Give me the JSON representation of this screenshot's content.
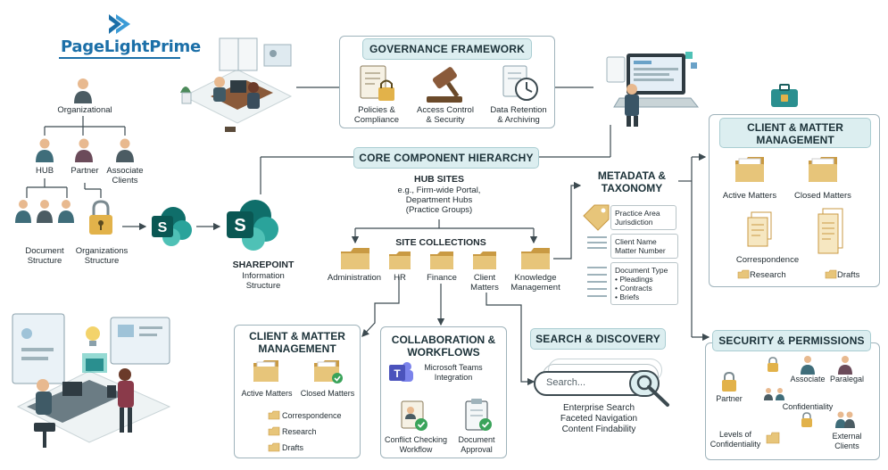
{
  "brand": {
    "logo_text": "PageLightPrime",
    "accent": "#1b6fa8"
  },
  "left": {
    "organizational": "Organizational",
    "hub": "HUB",
    "partner": "Partner",
    "associate_clients": "Associate\nClients",
    "document_structure": "Document\nStructure",
    "organizations_structure": "Organizations\nStructure"
  },
  "sharepoint": {
    "label": "SHAREPOINT",
    "sub": "Information\nStructure"
  },
  "governance": {
    "title": "GOVERNANCE FRAMEWORK",
    "items": [
      "Policies &\nCompliance",
      "Access Control\n& Security",
      "Data Retention\n& Archiving"
    ]
  },
  "core": {
    "title": "CORE COMPONENT HIERARCHY",
    "hub_sites": "HUB SITES",
    "hub_sites_sub": "e.g., Firm-wide Portal,\nDepartment Hubs\n(Practice Groups)",
    "site_collections": "SITE COLLECTIONS",
    "collections": [
      "Administration",
      "HR",
      "Finance",
      "Client\nMatters",
      "Knowledge\nManagement"
    ]
  },
  "metadata": {
    "title": "METADATA &\nTAXONOMY",
    "tags": [
      "Practice Area\nJurisdiction",
      "Client Name\nMatter Number",
      "Document Type\n• Pleadings\n• Contracts\n• Briefs"
    ]
  },
  "cmm_right": {
    "title": "CLIENT & MATTER\nMANAGEMENT",
    "active": "Active Matters",
    "closed": "Closed Matters",
    "correspondence": "Correspondence",
    "research": "Research",
    "drafts": "Drafts"
  },
  "cmm_left": {
    "title": "CLIENT & MATTER\nMANAGEMENT",
    "active": "Active Matters",
    "closed": "Closed Matters",
    "correspondence": "Correspondence",
    "research": "Research",
    "drafts": "Drafts"
  },
  "collab": {
    "title": "COLLABORATION &\nWORKFLOWS",
    "teams": "Microsoft Teams\nIntegration",
    "conflict": "Conflict Checking\nWorkflow",
    "approval": "Document\nApproval"
  },
  "search": {
    "title": "SEARCH & DISCOVERY",
    "placeholder": "Search...",
    "features": "Enterprise Search\nFaceted Navigation\nContent Findability"
  },
  "security": {
    "title": "SECURITY & PERMISSIONS",
    "partner": "Partner",
    "associate": "Associate",
    "paralegal": "Paralegal",
    "confidentiality": "Confidentiality",
    "levels": "Levels of\nConfidentiality",
    "external": "External\nClients"
  },
  "colors": {
    "folder": "#e7c57a",
    "folder_dark": "#c99a43",
    "teal": "#2a8f8f",
    "panel_border": "#9fb3bb",
    "pill_bg": "#dceef0"
  }
}
